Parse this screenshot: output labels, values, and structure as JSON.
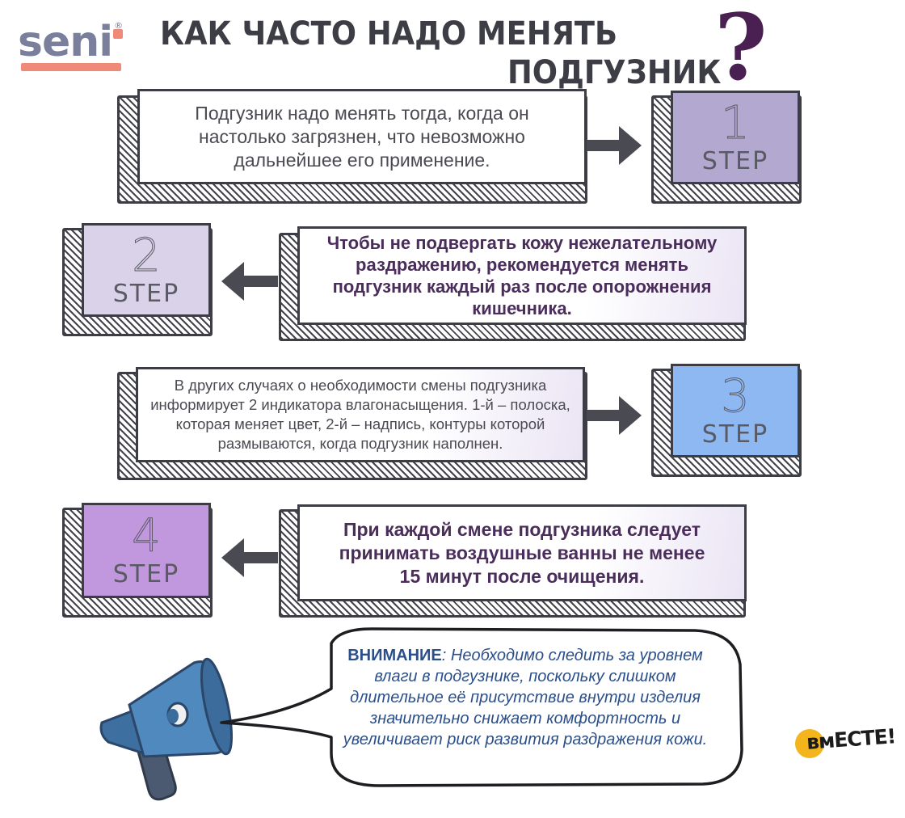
{
  "logo": {
    "text": "seni",
    "registered": "®"
  },
  "title": {
    "line1": "КАК ЧАСТО НАДО МЕНЯТЬ",
    "line2": "ПОДГУЗНИК",
    "mark": "?"
  },
  "steps": [
    {
      "number": "1",
      "word": "STEP",
      "color": "#b3a9d0",
      "text": "Подгузник надо менять тогда, когда он настолько загрязнен, что невозможно дальнейшее его применение."
    },
    {
      "number": "2",
      "word": "STEP",
      "color": "#d9d2e9",
      "text": "Чтобы не подвергать кожу нежелательному раздражению, рекомендуется менять подгузник каждый раз после опорожнения кишечника."
    },
    {
      "number": "3",
      "word": "STEP",
      "color": "#8db8f2",
      "text": "В других случаях о необходимости смены подгузника информирует 2 индикатора влагонасыщения. 1-й – полоска, которая меняет цвет,  2-й – надпись, контуры которой размываются, когда подгузник наполнен."
    },
    {
      "number": "4",
      "word": "STEP",
      "color": "#c197de",
      "text": "При каждой смене подгузника следует принимать воздушные ванны не менее 15 минут после очищения."
    }
  ],
  "attention": {
    "label": "ВНИМАНИЕ",
    "text": ": Необходимо следить за уровнем влаги в подгузнике, поскольку слишком длительное её присутствие внутри изделия значительно снижает комфортность и увеличивает риск развития раздражения кожи."
  },
  "badge": {
    "text": "вмЕСТЕ!"
  },
  "icons": {
    "megaphone": "megaphone-icon",
    "arrow_right": "arrow-right-icon",
    "arrow_left": "arrow-left-icon"
  }
}
